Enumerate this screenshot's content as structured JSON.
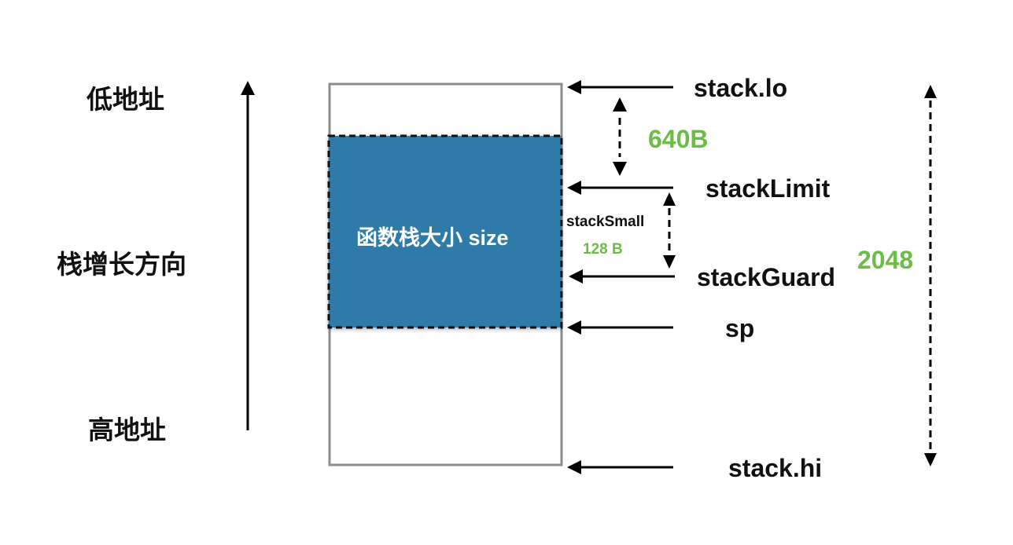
{
  "left_labels": {
    "low_address": "低地址",
    "growth_direction": "栈增长方向",
    "high_address": "高地址"
  },
  "frame": {
    "label": "函数栈大小 size",
    "fill_color": "#2f7aa8"
  },
  "pointers": {
    "stack_lo": "stack.lo",
    "stack_limit": "stackLimit",
    "stack_guard": "stackGuard",
    "sp": "sp",
    "stack_hi": "stack.hi"
  },
  "measurements": {
    "lo_to_limit": "640B",
    "stack_small_name": "stackSmall",
    "stack_small_value": "128 B",
    "total": "2048",
    "accent_color": "#6bbd45"
  }
}
